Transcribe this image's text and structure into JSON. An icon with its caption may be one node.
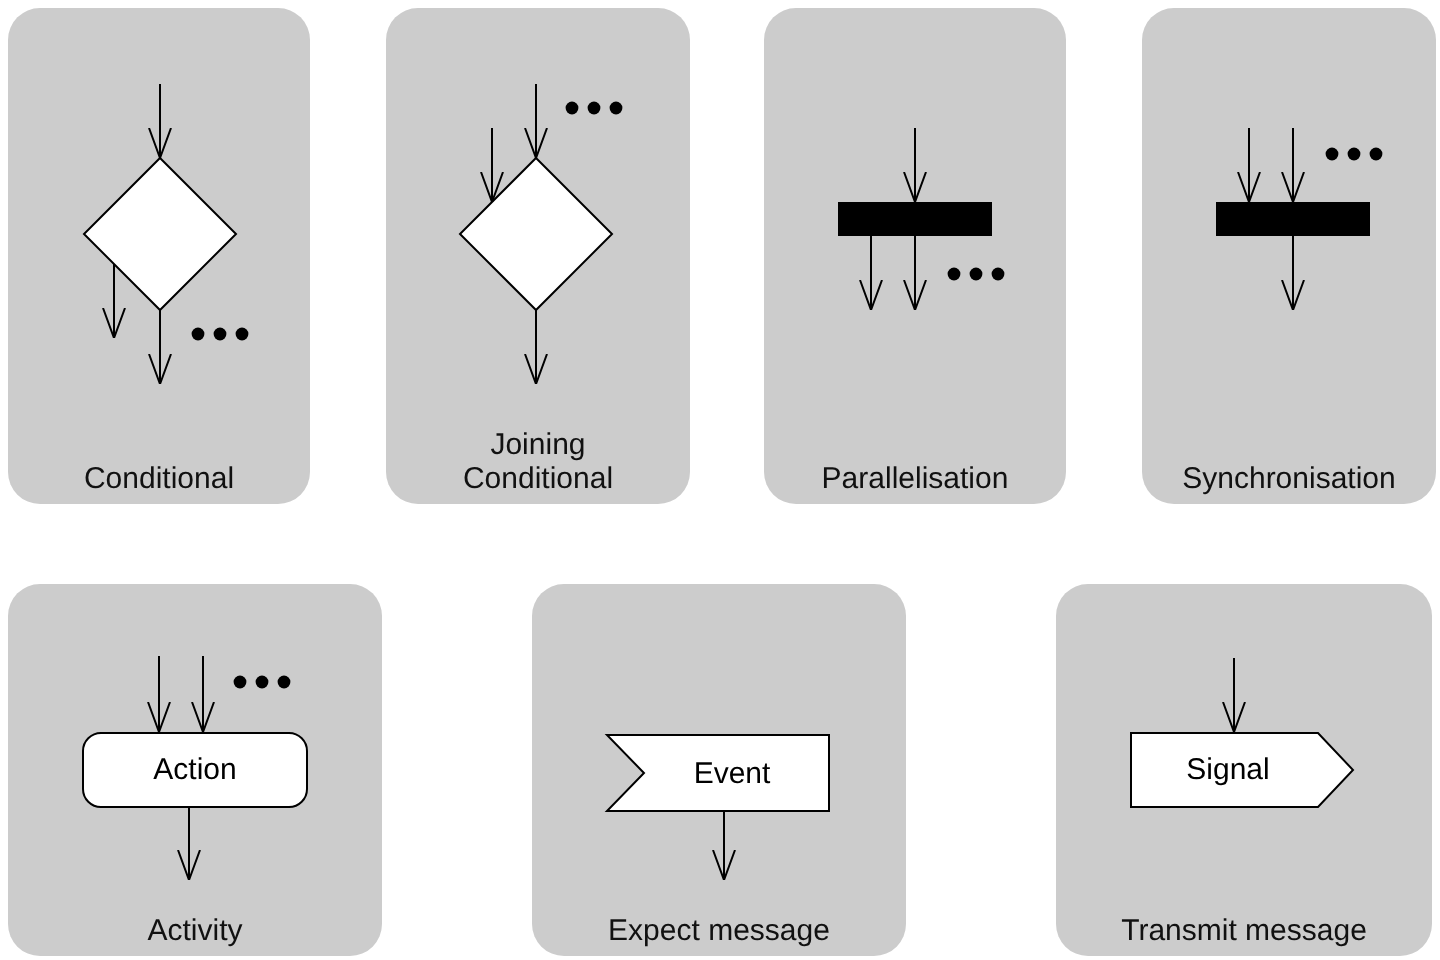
{
  "diagram": {
    "nodes": [
      {
        "text": [
          "Conditional"
        ]
      },
      {
        "text": [],
        "shape": "diamond",
        "in": 0
      },
      {
        "text": [
          "Joining Conditional"
        ]
      },
      {
        "text": [],
        "shape": "diamond",
        "in": 2
      },
      {
        "text": [
          "Parallelisation"
        ]
      },
      {
        "text": [],
        "shape": "bar",
        "in": 4
      },
      {
        "text": [
          "Synchronisation"
        ]
      },
      {
        "text": [],
        "shape": "bar",
        "in": 6
      },
      {
        "text": [
          "Activity"
        ]
      },
      {
        "text": [
          "Action"
        ],
        "in": 8
      },
      {
        "text": [
          "Expect message"
        ]
      },
      {
        "text": [
          "Event"
        ],
        "in": 10
      },
      {
        "text": [
          "Transmit message"
        ]
      },
      {
        "text": [
          "Signal"
        ],
        "in": 12
      }
    ],
    "edges": [
      {
        "from": null,
        "to": 1,
        "arrow": "to"
      },
      {
        "from": 1,
        "to": null,
        "arrow": "to"
      },
      {
        "from": 1,
        "to": null,
        "arrow": "to"
      },
      {
        "from": null,
        "to": 3,
        "arrow": "to"
      },
      {
        "from": null,
        "to": 3,
        "arrow": "to"
      },
      {
        "from": 3,
        "to": null,
        "arrow": "to"
      },
      {
        "from": null,
        "to": 5,
        "arrow": "to"
      },
      {
        "from": 5,
        "to": null,
        "arrow": "to"
      },
      {
        "from": 5,
        "to": null,
        "arrow": "to"
      },
      {
        "from": null,
        "to": 7,
        "arrow": "to"
      },
      {
        "from": null,
        "to": 7,
        "arrow": "to"
      },
      {
        "from": 7,
        "to": null,
        "arrow": "to"
      },
      {
        "from": null,
        "to": 9,
        "arrow": "to"
      },
      {
        "from": null,
        "to": 9,
        "arrow": "to"
      },
      {
        "from": 9,
        "to": null,
        "arrow": "to"
      },
      {
        "from": 11,
        "to": null,
        "arrow": "to"
      },
      {
        "from": null,
        "to": 13,
        "arrow": "to"
      }
    ]
  }
}
